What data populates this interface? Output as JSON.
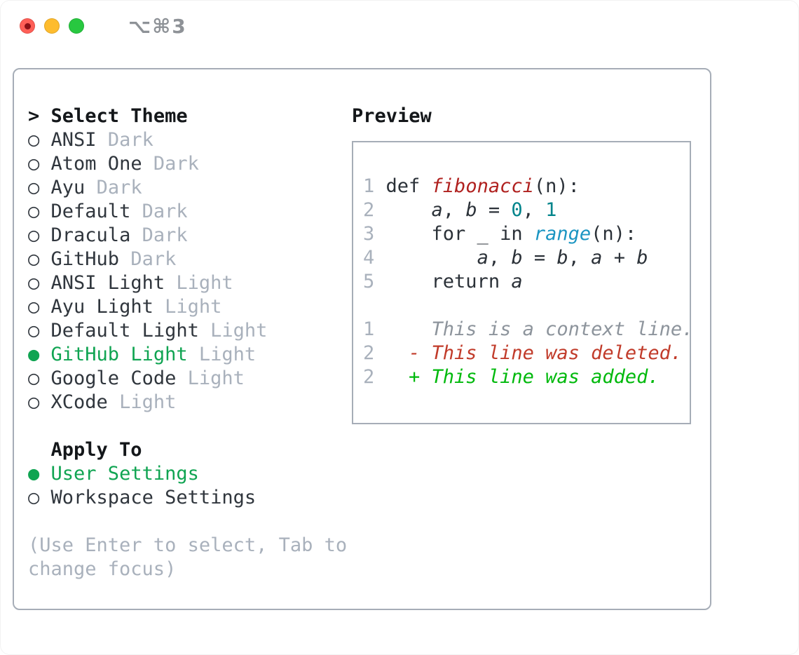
{
  "window": {
    "title": "⌥⌘3",
    "traffic_lights": [
      "close",
      "minimize",
      "zoom"
    ]
  },
  "theme_panel": {
    "heading_prefix": "> ",
    "heading": "Select Theme",
    "items": [
      {
        "name": "ANSI",
        "tag": "Dark",
        "selected": false
      },
      {
        "name": "Atom One",
        "tag": "Dark",
        "selected": false
      },
      {
        "name": "Ayu",
        "tag": "Dark",
        "selected": false
      },
      {
        "name": "Default",
        "tag": "Dark",
        "selected": false
      },
      {
        "name": "Dracula",
        "tag": "Dark",
        "selected": false
      },
      {
        "name": "GitHub",
        "tag": "Dark",
        "selected": false
      },
      {
        "name": "ANSI Light",
        "tag": "Light",
        "selected": false
      },
      {
        "name": "Ayu Light",
        "tag": "Light",
        "selected": false
      },
      {
        "name": "Default Light",
        "tag": "Light",
        "selected": false
      },
      {
        "name": "GitHub Light",
        "tag": "Light",
        "selected": true
      },
      {
        "name": "Google Code",
        "tag": "Light",
        "selected": false
      },
      {
        "name": "XCode",
        "tag": "Light",
        "selected": false
      }
    ],
    "apply_heading": "Apply To",
    "apply_items": [
      {
        "name": "User Settings",
        "selected": true
      },
      {
        "name": "Workspace Settings",
        "selected": false
      }
    ],
    "help": "(Use Enter to select, Tab to change focus)",
    "radio_unselected_glyph": "○",
    "radio_selected_glyph": "●"
  },
  "preview": {
    "heading": "Preview",
    "lines": [
      {
        "num": "1",
        "segs": [
          {
            "t": "def "
          },
          {
            "t": "fibonacci",
            "s": "fn"
          },
          {
            "t": "(n):"
          }
        ]
      },
      {
        "num": "2",
        "segs": [
          {
            "t": "    "
          },
          {
            "t": "a",
            "s": "var"
          },
          {
            "t": ", "
          },
          {
            "t": "b",
            "s": "var"
          },
          {
            "t": " = "
          },
          {
            "t": "0",
            "s": "num"
          },
          {
            "t": ", "
          },
          {
            "t": "1",
            "s": "num"
          }
        ]
      },
      {
        "num": "3",
        "segs": [
          {
            "t": "    for _ in "
          },
          {
            "t": "range",
            "s": "builtin"
          },
          {
            "t": "(n):"
          }
        ]
      },
      {
        "num": "4",
        "segs": [
          {
            "t": "        "
          },
          {
            "t": "a",
            "s": "var"
          },
          {
            "t": ", "
          },
          {
            "t": "b",
            "s": "var"
          },
          {
            "t": " = "
          },
          {
            "t": "b",
            "s": "var"
          },
          {
            "t": ", "
          },
          {
            "t": "a",
            "s": "var"
          },
          {
            "t": " + "
          },
          {
            "t": "b",
            "s": "var"
          }
        ]
      },
      {
        "num": "5",
        "segs": [
          {
            "t": "    return "
          },
          {
            "t": "a",
            "s": "var"
          }
        ]
      },
      {
        "num": "",
        "segs": []
      },
      {
        "num": "1",
        "segs": [
          {
            "t": "    This is a context line.",
            "s": "ctx"
          }
        ]
      },
      {
        "num": "2",
        "segs": [
          {
            "t": "  - This line was deleted.",
            "s": "del"
          }
        ]
      },
      {
        "num": "2",
        "segs": [
          {
            "t": "  + This line was added.",
            "s": "add"
          }
        ]
      }
    ]
  },
  "colors": {
    "accent_green": "#10a452",
    "added_green": "#00b90c",
    "deleted_red": "#c13b2a",
    "function_red": "#b0211f",
    "number_teal": "#00848b",
    "builtin_blue": "#1b95c2",
    "muted_gray": "#a9b1bc",
    "context_gray": "#8d949c",
    "border_gray": "#a6adb7",
    "text_dark": "#30363d",
    "traffic_red": "#ff5f57",
    "traffic_yellow": "#febc2e",
    "traffic_green": "#28c840"
  }
}
